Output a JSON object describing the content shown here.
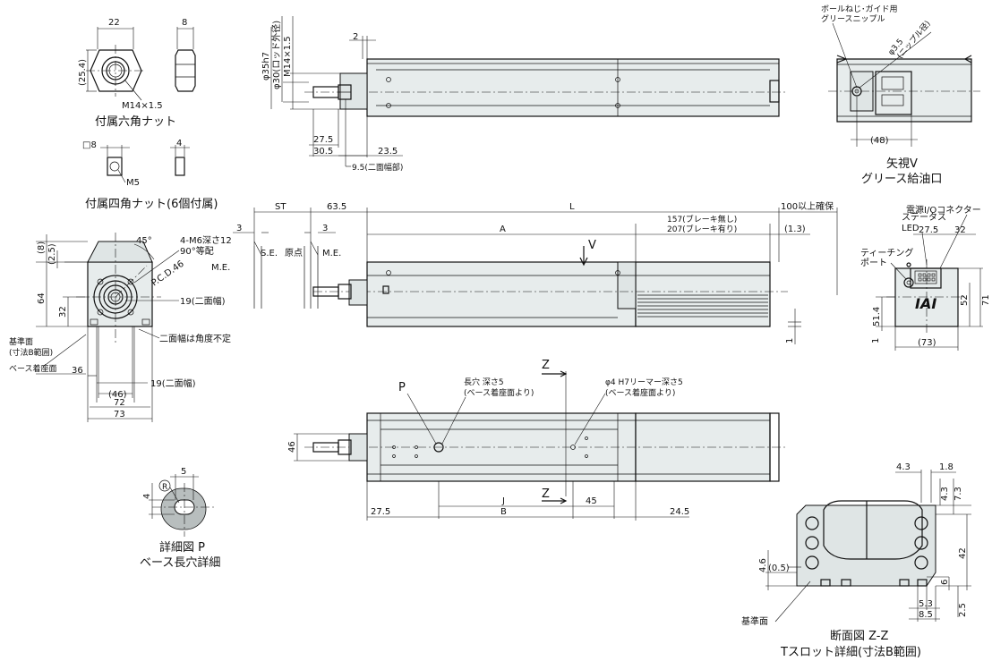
{
  "captions": {
    "hex_nut": "付属六角ナット",
    "square_nut": "付属四角ナット(6個付属)",
    "detail_p_1": "詳細図 P",
    "detail_p_2": "ベース長穴詳細",
    "section_1": "断面図 Z-Z",
    "section_2": "Tスロット詳細(寸法B範囲)",
    "view_v_1": "矢視V",
    "view_v_2": "グリース給油口"
  },
  "labels": {
    "logo": "IAI",
    "view_letter": "V",
    "p_letter": "P",
    "z_letter": "Z",
    "status_led_1": "ステータス",
    "status_led_2": "LED",
    "power_connector": "電源I/Oコネクター",
    "teaching_port_1": "ティーチング",
    "teaching_port_2": "ポート",
    "grease_nipple_1": "ボールねじ･ガイド用",
    "grease_nipple_2": "グリースニップル",
    "nipple_dia": "φ3.5",
    "nipple_dia_note": "(ニップル径)",
    "m6": "4-M6深さ12",
    "m6_2": "90°等配",
    "pcd": "P.C.D.46",
    "deg45": "45°",
    "flats_note": "二面幅は角度不定",
    "ref_face_1": "基準面",
    "ref_face_2": "(寸法B範囲)",
    "base_seat": "ベース着座面",
    "ref_face_section": "基準面",
    "slot_1": "長穴 深さ5",
    "slot_2": "(ベース着座面より)",
    "reamer_1": "φ4 H7リーマー深さ5",
    "reamer_2": "(ベース着座面より)",
    "me": "M.E.",
    "se": "S.E.",
    "origin": "原点",
    "st": "ST",
    "l": "L",
    "a": "A",
    "j": "J",
    "b": "B",
    "clearance": "100以上確保",
    "brake_1": "157(ブレーキ無し)",
    "brake_2": "207(ブレーキ有り)",
    "rod_dia": "φ35h7",
    "rod_od": "φ30(ロッド外径)",
    "m14": "M14×1.5",
    "m14_nut": "M14×1.5",
    "m5": "M5",
    "r_mark": "R",
    "flats_9_5": "9.5(二面幅部)",
    "flats_19": "19(二面幅)",
    "flats_19b": "19(二面幅)"
  },
  "dims": {
    "d22": "22",
    "d8": "8",
    "d25_4": "(25.4)",
    "d_sq8": "□8",
    "d4": "4",
    "d2": "2",
    "d27_5": "27.5",
    "d30_5": "30.5",
    "d23_5": "23.5",
    "d48": "(48)",
    "d3a": "3",
    "d3b": "3",
    "d63_5": "63.5",
    "d1_3": "(1.3)",
    "d27_5b": "27.5",
    "d32": "32",
    "d51_4": "51.4",
    "d52": "52",
    "d71": "71",
    "d73": "(73)",
    "d1": "1",
    "d1b": "1",
    "d8v": "(8)",
    "d2_5": "(2.5)",
    "d64": "64",
    "d32v": "32",
    "d36": "36",
    "d46": "(46)",
    "d72": "72",
    "d73b": "73",
    "d46v": "46",
    "d45": "45",
    "d27_5c": "27.5",
    "d24_5": "24.5",
    "d5": "5",
    "d4tol": "4",
    "d4_3": "4.3",
    "d1_8": "1.8",
    "d4_3v": "4.3",
    "d7_3": "7.3",
    "d42": "42",
    "d6": "6",
    "d2_5v": "2.5",
    "d4_6": "4.6",
    "d0_5": "(0.5)",
    "d5_3": "5.3",
    "d8_5": "8.5"
  }
}
